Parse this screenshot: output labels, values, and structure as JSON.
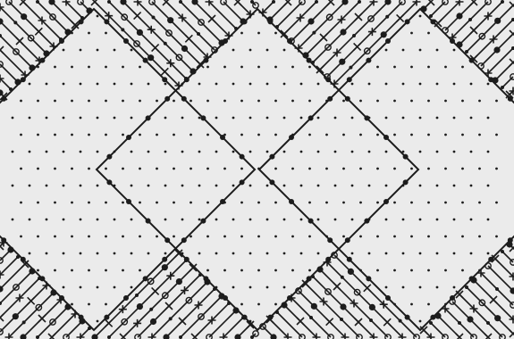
{
  "figure": {
    "background": "#ebebeb",
    "ink": "#1c1c1c",
    "marker_kinds": [
      "dot",
      "open-circle",
      "filled-circle",
      "cross",
      "plus"
    ],
    "regions": [
      "left-diamond",
      "center-diamond",
      "right-diamond",
      "upper-middle-diamond",
      "lower-middle-diamond",
      "corner-triangles"
    ]
  }
}
